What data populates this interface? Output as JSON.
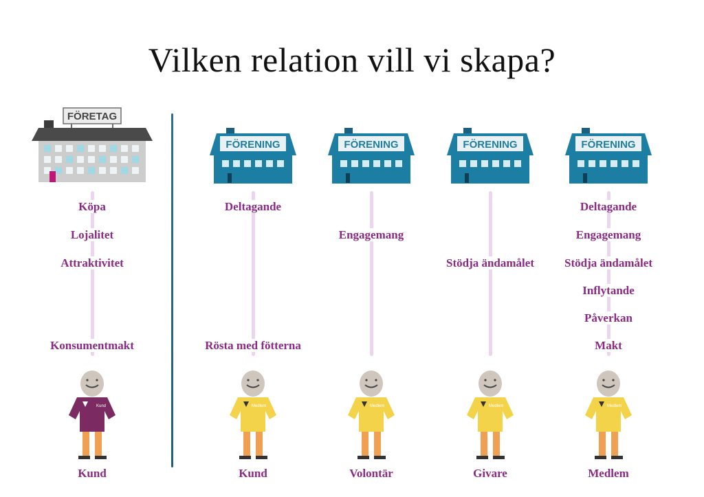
{
  "title": "Vilken relation vill vi skapa?",
  "company": {
    "sign": "FÖRETAG",
    "labels": [
      "Köpa",
      "Lojalitet",
      "Attraktivitet",
      "Konsumentmakt"
    ],
    "role": "Kund",
    "shirt_text": "Kund",
    "shirt_color": "#7b2b61"
  },
  "associations": [
    {
      "sign": "FÖRENING",
      "labels": [
        "Deltagande",
        "Rösta med fötterna"
      ],
      "role": "Kund",
      "shirt_text": "Medlem"
    },
    {
      "sign": "FÖRENING",
      "labels": [
        "Engagemang"
      ],
      "role": "Volontär",
      "shirt_text": "Medlem"
    },
    {
      "sign": "FÖRENING",
      "labels": [
        "Stödja ändamålet"
      ],
      "role": "Givare",
      "shirt_text": "Medlem"
    },
    {
      "sign": "FÖRENING",
      "labels": [
        "Deltagande",
        "Engagemang",
        "Stödja ändamålet",
        "Inflytande",
        "Påverkan",
        "Makt"
      ],
      "role": "Medlem",
      "shirt_text": "Medlem"
    }
  ],
  "colors": {
    "label": "#8a2a83",
    "association_building": "#1d7ea3",
    "company_building": "#c9c9c9",
    "member_shirt": "#f3d34a",
    "connector": "#ecd5ee",
    "divider": "#2a6f93"
  }
}
